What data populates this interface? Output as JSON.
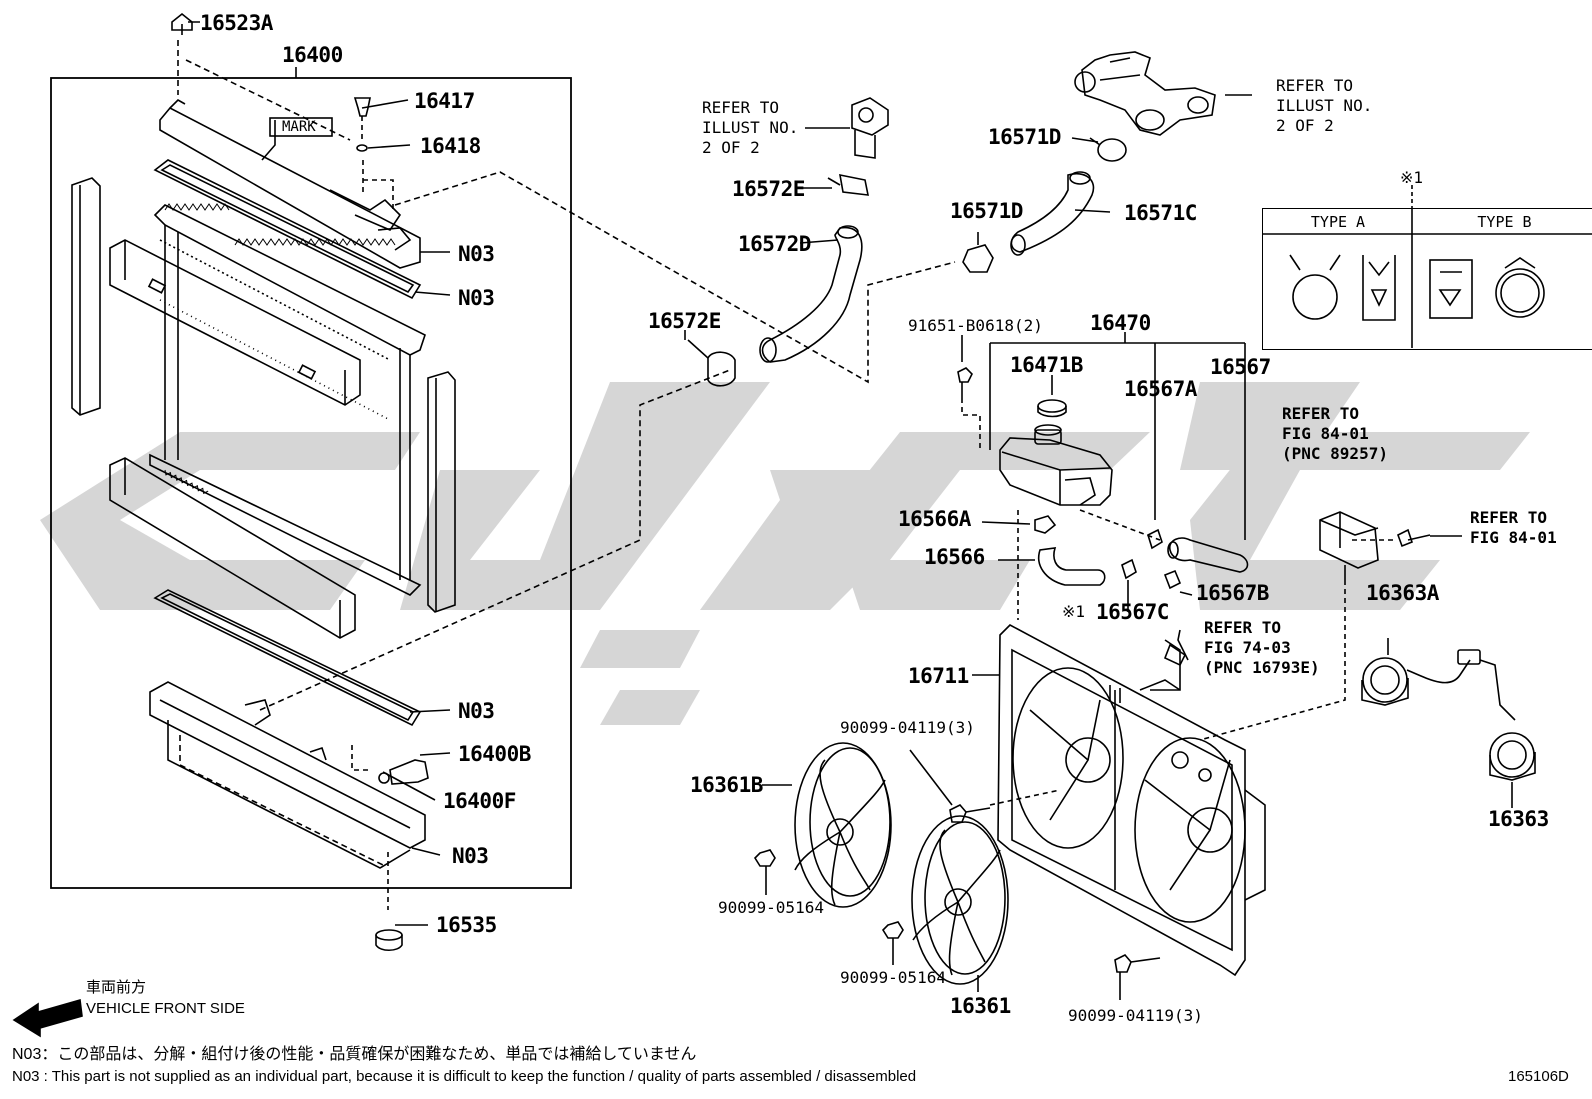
{
  "labels": {
    "l16523A": "16523A",
    "l16400": "16400",
    "l16417": "16417",
    "l16418": "16418",
    "mark": "MARK",
    "n03_a": "N03",
    "n03_b": "N03",
    "n03_c": "N03",
    "n03_d": "N03",
    "l16400B": "16400B",
    "l16400F": "16400F",
    "l16535": "16535",
    "l16572E_top": "16572E",
    "l16572D": "16572D",
    "l16572E_mid": "16572E",
    "l16571D_top": "16571D",
    "l16571D": "16571D",
    "l16571C": "16571C",
    "l91651": "91651-B0618(2)",
    "l16470": "16470",
    "l16471B": "16471B",
    "l16567A": "16567A",
    "l16567": "16567",
    "l16566A": "16566A",
    "l16566": "16566",
    "l16567B": "16567B",
    "l16567C": "16567C",
    "mark1": "※1",
    "l16711": "16711",
    "l90099_04119_top": "90099-04119(3)",
    "l16361B": "16361B",
    "l90099_05164_a": "90099-05164",
    "l90099_05164_b": "90099-05164",
    "l16361": "16361",
    "l90099_04119_bot": "90099-04119(3)",
    "l16363A": "16363A",
    "l16363": "16363",
    "table_mark": "※1"
  },
  "references": {
    "ref_thermo": [
      "REFER TO",
      "ILLUST NO.",
      "2 OF 2"
    ],
    "ref_inlet": [
      "REFER TO",
      "ILLUST NO.",
      "2 OF 2"
    ],
    "ref_fig84a": [
      "REFER TO",
      "FIG 84-01",
      "(PNC 89257)"
    ],
    "ref_fig84b": [
      "REFER TO",
      "FIG 84-01"
    ],
    "ref_fig74": [
      "REFER TO",
      "FIG 74-03",
      "(PNC 16793E)"
    ]
  },
  "clamp_table": {
    "type_a": "TYPE A",
    "type_b": "TYPE B"
  },
  "front": {
    "jp": "車両前方",
    "en": "VEHICLE FRONT SIDE"
  },
  "notes": {
    "jp": "N03：この部品は、分解・組付け後の性能・品質確保が困難なため、単品では補給していません",
    "en": "N03 : This part is not supplied as an individual part, because it is difficult to keep the function / quality of parts assembled / disassembled"
  },
  "figure_id": "165106D"
}
